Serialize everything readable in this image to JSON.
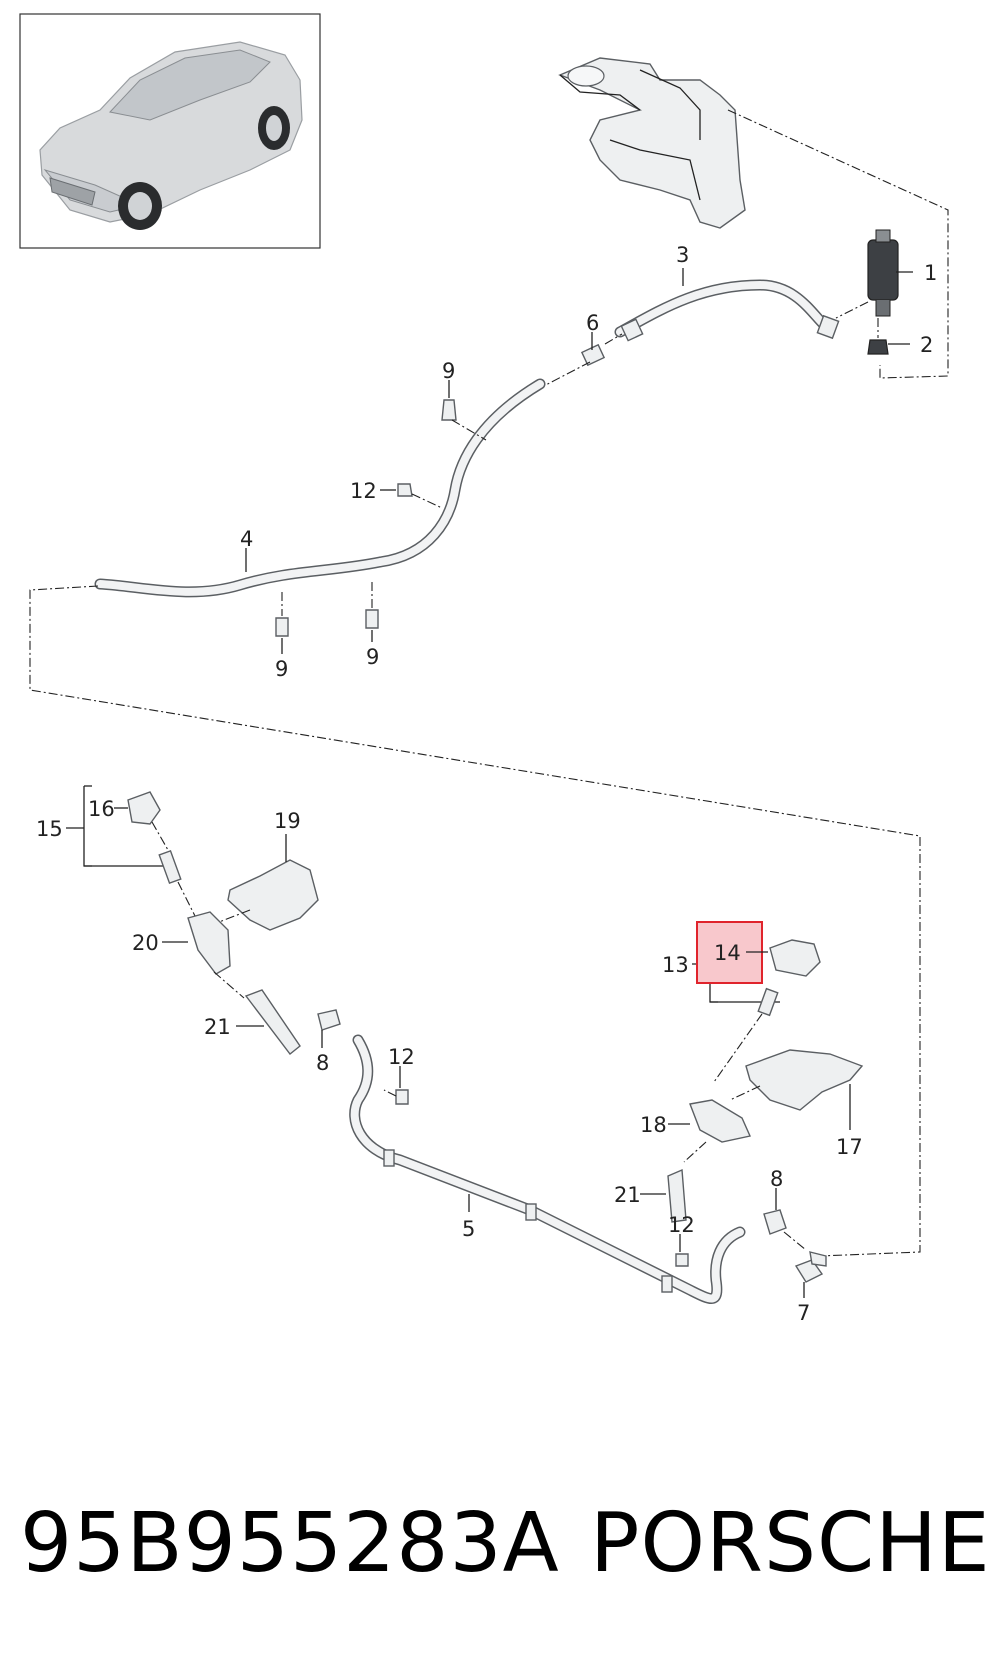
{
  "diagram": {
    "callouts": [
      {
        "id": "c1",
        "text": "1"
      },
      {
        "id": "c2",
        "text": "2"
      },
      {
        "id": "c3",
        "text": "3"
      },
      {
        "id": "c4",
        "text": "4"
      },
      {
        "id": "c5",
        "text": "5"
      },
      {
        "id": "c6",
        "text": "6"
      },
      {
        "id": "c7",
        "text": "7"
      },
      {
        "id": "c8a",
        "text": "8"
      },
      {
        "id": "c8b",
        "text": "8"
      },
      {
        "id": "c9a",
        "text": "9"
      },
      {
        "id": "c9b",
        "text": "9"
      },
      {
        "id": "c9c",
        "text": "9"
      },
      {
        "id": "c12a",
        "text": "12"
      },
      {
        "id": "c12b",
        "text": "12"
      },
      {
        "id": "c12c",
        "text": "12"
      },
      {
        "id": "c13",
        "text": "13"
      },
      {
        "id": "c14",
        "text": "14"
      },
      {
        "id": "c15",
        "text": "15"
      },
      {
        "id": "c16",
        "text": "16"
      },
      {
        "id": "c17",
        "text": "17"
      },
      {
        "id": "c18",
        "text": "18"
      },
      {
        "id": "c19",
        "text": "19"
      },
      {
        "id": "c20",
        "text": "20"
      },
      {
        "id": "c21a",
        "text": "21"
      },
      {
        "id": "c21b",
        "text": "21"
      }
    ],
    "highlight_color": "#e0242c",
    "highlight_fill": "#f8c8cc"
  },
  "footer": {
    "part_number": "95B955283A",
    "brand": "PORSCHE"
  }
}
